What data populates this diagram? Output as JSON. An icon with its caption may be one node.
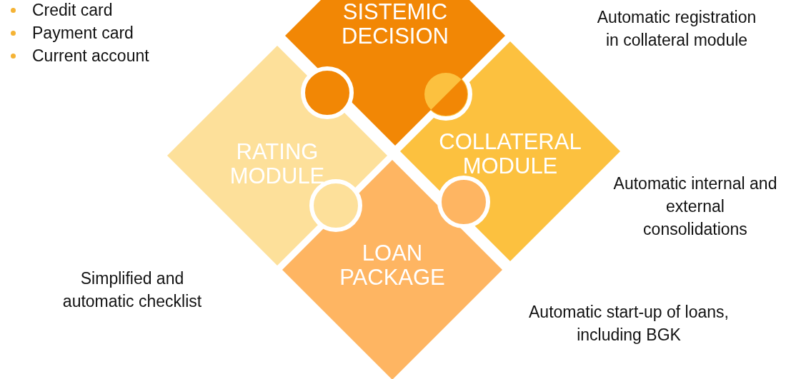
{
  "diagram": {
    "nodes": [
      {
        "text": [
          "SISTEMIC DECISION"
        ]
      },
      {
        "text": [
          "RATING MODULE"
        ]
      },
      {
        "text": [
          "COLLATERAL MODULE"
        ]
      },
      {
        "text": [
          "LOAN PACKAGE"
        ]
      }
    ],
    "labels": [
      "Credit card",
      "Payment card",
      "Current account",
      "Automatic registration in collateral module",
      "Automatic internal and external consolidations",
      "Simplified and automatic checklist",
      "Automatic start-up of loans, including BGK"
    ]
  }
}
